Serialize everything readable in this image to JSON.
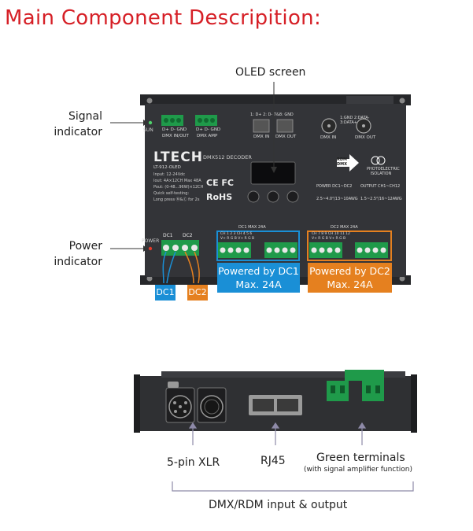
{
  "title": "Main Component Descripition:",
  "callouts": {
    "oled": "OLED screen",
    "signal_line1": "Signal",
    "signal_line2": "indicator",
    "power_line1": "Power",
    "power_line2": "indicator",
    "dc1": "DC1",
    "dc2": "DC2",
    "powered_dc1_line1": "Powered by DC1",
    "powered_dc1_line2": "Max. 24A",
    "powered_dc2_line1": "Powered by DC2",
    "powered_dc2_line2": "Max. 24A",
    "xlr": "5-pin XLR",
    "rj45": "RJ45",
    "green_terminals": "Green terminals",
    "green_terminals_note": "(with signal amplifier function)",
    "dmx_rdm": "DMX/RDM input & output"
  },
  "device": {
    "brand": "LTECH",
    "model_name": "DMX512 DECODER",
    "model_code": "LT-912-OLED",
    "specs": [
      "Input: 12-24Vdc",
      "Iout: 4A×12CH  Max 48A",
      "Pout: (0-48...96W)×12CH",
      "Quick self-testing:",
      "Long press Ⓜ&Ⓒ for 2s"
    ],
    "cert1": "CE FC",
    "cert2": "RoHS",
    "sun_label": "SUN",
    "power_label": "POWER",
    "dmx_inout": "DMX IN/OUT",
    "dmx_amp": "DMX AMP",
    "dmx_in": "DMX IN",
    "dmx_out": "DMX OUT",
    "dmx_in2": "DMX IN",
    "dmx_out2": "DMX OUT",
    "term1_pins": "D+  D-  GND",
    "term2_pins": "D+  D-  GND",
    "rj_pins": "1: D+  2: D-  7&8: GND",
    "xlr_pins": "1:GND 2:DATA- 3:DATA+",
    "rdm_label": "RDM DMX",
    "photo_label": "PHOTOELECTRIC ISOLATION",
    "dc1_label": "DC1",
    "dc2_label": "DC2",
    "dc1_max": "DC1 MAX 24A",
    "dc2_max": "DC2 MAX 24A",
    "ch_row1": "CH  1  2  3        CH  4  5  6",
    "ch_row2": "V+  R  G  B        V+  R  G  B",
    "ch_row3": "CH  7  8  9        CH  10  11  12",
    "ch_row4": "V+  R  G  B        V+  R  G  B",
    "power_spec": "POWER  DC1~DC2",
    "power_wire": "2.5~4.0²/13~10AWG",
    "output_spec": "OUTPUT  CH1~CH12",
    "output_wire": "1.5~2.5²/16~12AWG"
  },
  "colors": {
    "title_red": "#d61f26",
    "blue_tag": "#1a8fd6",
    "orange_tag": "#e5801f",
    "bracket": "#8e8aa8",
    "terminal_green": "#1f9a4a",
    "body_dark": "#2f3033"
  }
}
